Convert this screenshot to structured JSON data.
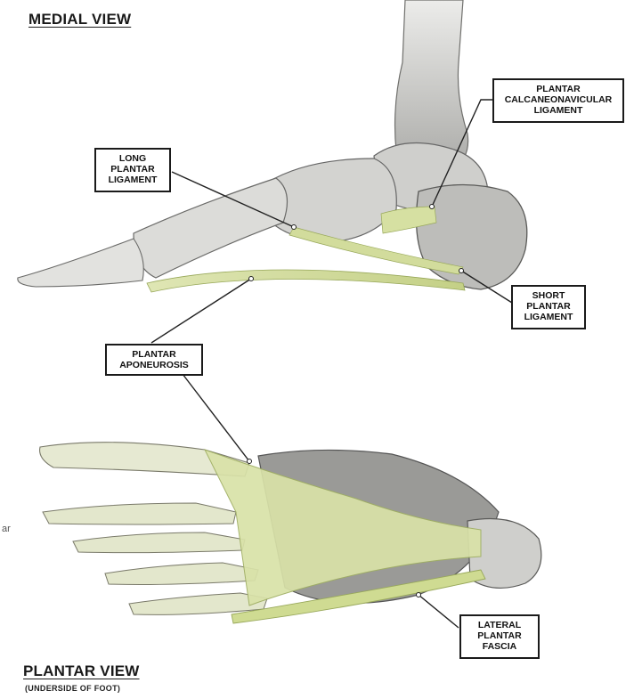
{
  "views": {
    "medial": {
      "title": "MEDIAL VIEW"
    },
    "plantar": {
      "title": "PLANTAR VIEW",
      "subtitle": "(UNDERSIDE OF FOOT)"
    }
  },
  "labels": {
    "calcaneonavicular": {
      "lines": [
        "PLANTAR",
        "CALCANEONAVICULAR",
        "LIGAMENT"
      ]
    },
    "long_plantar": {
      "lines": [
        "LONG",
        "PLANTAR",
        "LIGAMENT"
      ]
    },
    "short_plantar": {
      "lines": [
        "SHORT",
        "PLANTAR",
        "LIGAMENT"
      ]
    },
    "aponeurosis": {
      "lines": [
        "PLANTAR",
        "APONEUROSIS"
      ]
    },
    "lateral_fascia": {
      "lines": [
        "LATERAL",
        "PLANTAR",
        "FASCIA"
      ]
    }
  },
  "edge_fragment": "ar",
  "colors": {
    "bone": "#d9d9d6",
    "bone_shadow": "#8d8d8a",
    "ligament": "#d4dea0",
    "ligament_dark": "#a9b86a",
    "leader": "#222222"
  }
}
